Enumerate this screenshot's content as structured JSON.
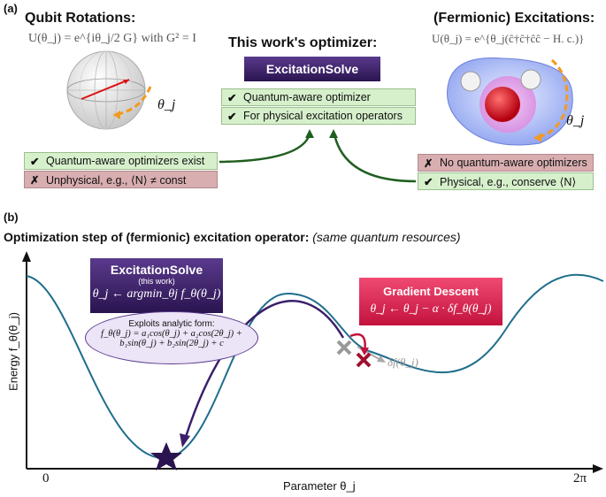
{
  "panel_a": {
    "label": "(a)",
    "qubit": {
      "title": "Qubit Rotations:",
      "formula": "U(θ_j) = e^{iθ_j/2 G} with G² = I",
      "theta_label": "θ_j"
    },
    "fermionic": {
      "title": "(Fermionic) Excitations:",
      "formula": "U(θ_j) = e^{θ_j(ĉ†ĉ†ĉĉ − H. c.)}",
      "theta_label": "θ_j"
    },
    "center": {
      "title": "This work's optimizer:",
      "banner": "ExcitationSolve",
      "pros": [
        {
          "mark": "✔",
          "text": "Quantum-aware optimizer"
        },
        {
          "mark": "✔",
          "text": "For physical excitation operators"
        }
      ]
    },
    "left_rows": [
      {
        "mark": "✔",
        "text": "Quantum-aware optimizers exist"
      },
      {
        "mark": "✗",
        "text": "Unphysical, e.g., ⟨N⟩ ≠ const"
      }
    ],
    "right_rows": [
      {
        "mark": "✗",
        "text": "No quantum-aware optimizers"
      },
      {
        "mark": "✔",
        "text": "Physical, e.g., conserve ⟨N⟩"
      }
    ]
  },
  "panel_b": {
    "label": "(b)",
    "title_bold": "Optimization step of (fermionic) excitation operator:",
    "title_italic": "(same quantum resources)",
    "es_box": {
      "title": "ExcitationSolve",
      "subtitle": "(this work)",
      "update": "θ_j ← argmin_θj f_θ(θ_j)"
    },
    "analytic": {
      "line1": "Exploits analytic form:",
      "line2": "f_θ(θ_j) = a₁cos(θ_j) + a₂cos(2θ_j) +",
      "line3": "b₁sin(θ_j) + b₂sin(2θ_j) + c"
    },
    "gd_box": {
      "title": "Gradient Descent",
      "update": "θ_j ← θ_j − α · δf_θ(θ_j)"
    },
    "grad_label": "δf(θ_j)",
    "ylabel": "Energy f_θ(θ_j)",
    "xlabel": "Parameter θ_j",
    "x_ticks": [
      "0",
      "2π"
    ]
  },
  "colors": {
    "good_bg": "#d7f0cc",
    "bad_bg": "#d9aeb1",
    "purple": "#3b1f6b",
    "crimson": "#c2123d",
    "curve": "#1f6e8c",
    "arrow_green": "#1f5e1f"
  }
}
